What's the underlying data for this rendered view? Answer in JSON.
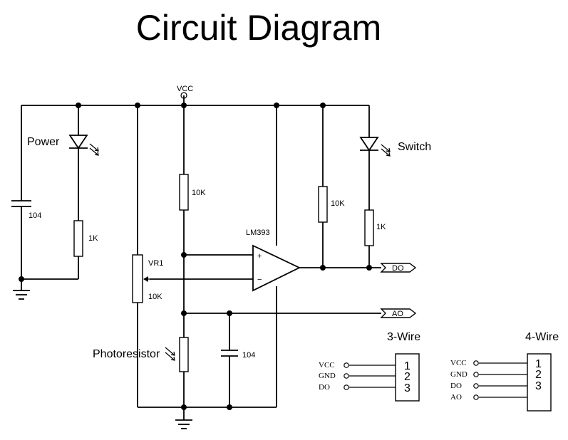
{
  "title": "Circuit Diagram",
  "labels": {
    "vcc": "VCC",
    "power": "Power",
    "switch": "Switch",
    "vr1": "VR1",
    "vr1_value": "10K",
    "photoresistor": "Photoresistor",
    "opamp": "LM393",
    "plus": "+",
    "minus": "−",
    "r_pullup_left": "10K",
    "r_pullup_right": "10K",
    "r_power_led": "1K",
    "r_switch_led": "1K",
    "c_left": "104",
    "c_bottom": "104",
    "do_out": "DO",
    "ao_out": "AO"
  },
  "connectors": {
    "three_wire": {
      "title": "3-Wire",
      "pins": [
        "VCC",
        "GND",
        "DO"
      ],
      "numbers": [
        "1",
        "2",
        "3"
      ]
    },
    "four_wire": {
      "title": "4-Wire",
      "pins": [
        "VCC",
        "GND",
        "DO",
        "AO"
      ],
      "numbers": [
        "1",
        "2",
        "3"
      ]
    }
  }
}
